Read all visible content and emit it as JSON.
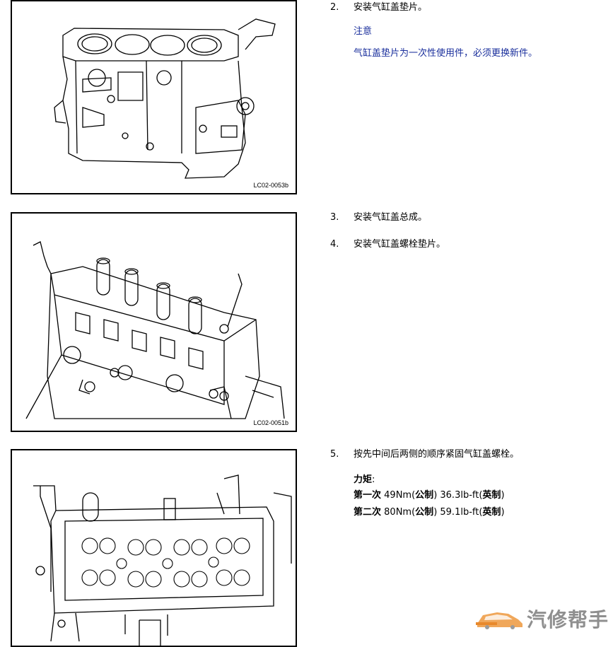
{
  "figures": [
    {
      "code": "LC02-0053b"
    },
    {
      "code": "LC02-0051b"
    },
    {
      "code": ""
    }
  ],
  "steps": [
    {
      "num": "2.",
      "text": "安装气缸盖垫片。"
    },
    {
      "num": "3.",
      "text": "安装气缸盖总成。"
    },
    {
      "num": "4.",
      "text": "安装气缸盖螺栓垫片。"
    },
    {
      "num": "5.",
      "text": "按先中间后两侧的顺序紧固气缸盖螺栓。"
    }
  ],
  "note": {
    "title": "注意",
    "text": "气缸盖垫片为一次性使用件，必须更换新件。"
  },
  "torque": {
    "label": "力矩",
    "colon": ":",
    "first_label": "第一次",
    "first_metric": "49Nm(",
    "metric_label": "公制",
    "first_imperial": ") 36.3lb-ft(",
    "imperial_label": "英制",
    "close": ")",
    "second_label": "第二次",
    "second_metric": "80Nm(",
    "second_imperial": ") 59.1lb-ft("
  },
  "watermark": {
    "text": "汽修帮手"
  }
}
